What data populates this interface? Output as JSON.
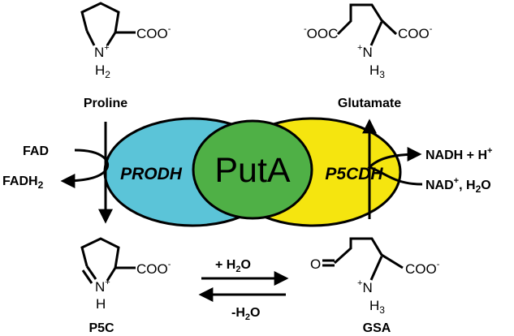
{
  "molecules": {
    "proline": {
      "name": "Proline",
      "group": "COO",
      "charge_neg": "-",
      "n_label": "N",
      "n_charge": "+",
      "h_label": "H",
      "h_sub": "2"
    },
    "glutamate": {
      "name": "Glutamate",
      "group_left": "OOC",
      "group_right": "COO",
      "charge_neg": "-",
      "n_charge": "+",
      "n_label": "N",
      "h_label": "H",
      "h_sub": "3"
    },
    "p5c": {
      "name": "P5C",
      "group": "COO",
      "charge_neg": "-",
      "n_label": "N",
      "n_charge": "+",
      "h_label": "H"
    },
    "gsa": {
      "name": "GSA",
      "o_label": "O",
      "group": "COO",
      "charge_neg": "-",
      "n_charge": "+",
      "n_label": "N",
      "h_label": "H",
      "h_sub": "3"
    }
  },
  "enzyme": {
    "name": "PutA",
    "left_domain": "PRODH",
    "right_domain": "P5CDH",
    "colors": {
      "left": "#5bc4d8",
      "right": "#f5e50f",
      "center": "#4fb046"
    }
  },
  "cofactors": {
    "fad": "FAD",
    "fadh2_main": "FADH",
    "fadh2_sub": "2",
    "nadh": "NADH + H",
    "nadh_sup": "+",
    "nad": "NAD",
    "nad_sup": "+",
    "nad_rest": ", H",
    "nad_sub": "2",
    "nad_end": "O"
  },
  "equilibrium": {
    "forward": "+ H",
    "forward_sub": "2",
    "forward_end": "O",
    "reverse": "-H",
    "reverse_sub": "2",
    "reverse_end": "O"
  }
}
